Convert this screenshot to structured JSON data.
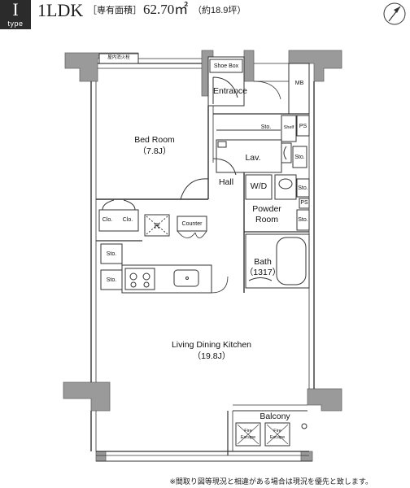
{
  "header": {
    "type_letter": "I",
    "type_word": "type",
    "layout": "1LDK",
    "area_label": "［専有面積］",
    "area_value": "62.70㎡",
    "area_tsubo": "（約18.9坪）"
  },
  "rooms": {
    "bed_room": "Bed Room",
    "bed_room_size": "（7.8J）",
    "ldk": "Living Dining Kitchen",
    "ldk_size": "（19.8J）",
    "entrance": "Entrance",
    "hall": "Hall",
    "lav": "Lav.",
    "wd": "W/D",
    "powder_room_1": "Powder",
    "powder_room_2": "Room",
    "bath": "Bath",
    "bath_size": "（1317）",
    "balcony": "Balcony"
  },
  "fixtures": {
    "shoe_box": "Shoe Box",
    "hydrant": "屋内消火栓",
    "mb": "MB",
    "sto_entry": "Sto.",
    "shelf": "Shelf",
    "ps_top": "PS",
    "sto_lav": "Sto.",
    "sto_wd": "Sto.",
    "ps_mid": "PS",
    "sto_powder": "Sto.",
    "clo_1": "Clo.",
    "clo_2": "Clo.",
    "refrigerator": "R",
    "counter": "Counter",
    "sto_kitchen_1": "Sto.",
    "sto_kitchen_2": "Sto.",
    "fire_escape_1a": "Fire",
    "fire_escape_1b": "Escape",
    "fire_escape_2a": "Fire",
    "fire_escape_2b": "Escape"
  },
  "note": "※間取り図等現況と相違がある場合は現況を優先と致します。",
  "icons": {
    "north_arrow": "north-arrow-icon"
  },
  "colors": {
    "wall": "#9a9a9a",
    "line": "#333333",
    "type_box": "#2b2b2b"
  }
}
